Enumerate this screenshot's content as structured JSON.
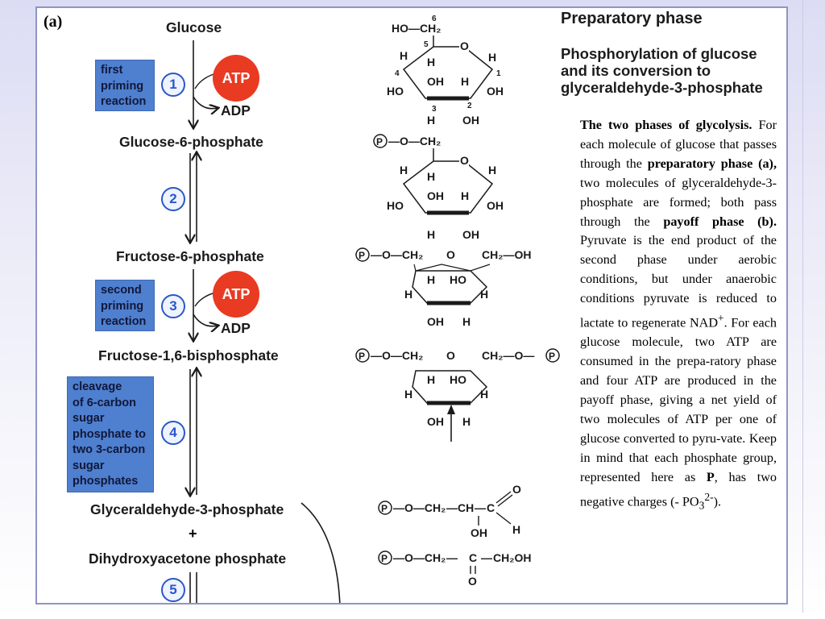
{
  "panel_label": "(a)",
  "phase_title": "Preparatory phase",
  "phase_subtitle_lines": [
    "Phosphorylation of glucose",
    "and its conversion to",
    "glyceraldehyde-3-phosphate"
  ],
  "metabolites": {
    "glucose": "Glucose",
    "g6p": "Glucose-6-phosphate",
    "f6p": "Fructose-6-phosphate",
    "f16bp": "Fructose-1,6-bisphosphate",
    "gap": "Glyceraldehyde-3-phosphate",
    "plus": "+",
    "dhap": "Dihydroxyacetone phosphate"
  },
  "steps": [
    "1",
    "2",
    "3",
    "4",
    "5"
  ],
  "cofactors": {
    "atp": "ATP",
    "adp": "ADP"
  },
  "boxes": {
    "first_priming": [
      "first",
      "priming",
      "reaction"
    ],
    "second_priming": [
      "second",
      "priming",
      "reaction"
    ],
    "cleavage": [
      "cleavage",
      "of 6-carbon",
      "sugar",
      "phosphate to",
      "two 3-carbon",
      "sugar",
      "phosphates"
    ]
  },
  "structure_labels": {
    "ho_ch2": "HO—CH₂",
    "p": "P",
    "o": "O",
    "ch2": "CH₂",
    "ch2_oh": "CH₂—OH",
    "ch2_o": "CH₂—O—",
    "h": "H",
    "oh": "OH",
    "ho": "HO",
    "ch": "CH",
    "c": "C",
    "ch2oh": "CH₂OH",
    "dash": "—",
    "dash_o_ch2": "—O—CH₂",
    "dash_o": "—O—",
    "n1": "1",
    "n2": "2",
    "n3": "3",
    "n4": "4",
    "n5": "5",
    "n6": "6"
  },
  "caption": {
    "title": "The two phases of glycolysis.",
    "t1": " For each molecule of glucose that passes through the ",
    "b1": "preparatory phase (a),",
    "t2": " two molecules of glyceraldehyde-3-phosphate are formed; both pass through the ",
    "b2": "payoff phase (b).",
    "t3": " Pyruvate is the end product of the second phase under aerobic conditions, but under anaerobic conditions pyruvate is reduced to lactate to regenerate NAD",
    "sup_plus": "+",
    "t4": ". For each glucose molecule, two ATP are consumed in the prepa-ratory phase and four ATP are produced in the payoff phase, giving a net yield of two molecules of ATP per one of glucose converted to pyru-vate. Keep in mind that each phosphate group, represented here as ",
    "b3": "P",
    "t5": ", has two negative charges (- PO",
    "sub3": "3",
    "sup2": "2-",
    "t6": ")."
  },
  "colors": {
    "box": "#4f7fcf",
    "atp": "#e93a22",
    "step_ring": "#2b57c7",
    "frame": "#8f95c6"
  }
}
